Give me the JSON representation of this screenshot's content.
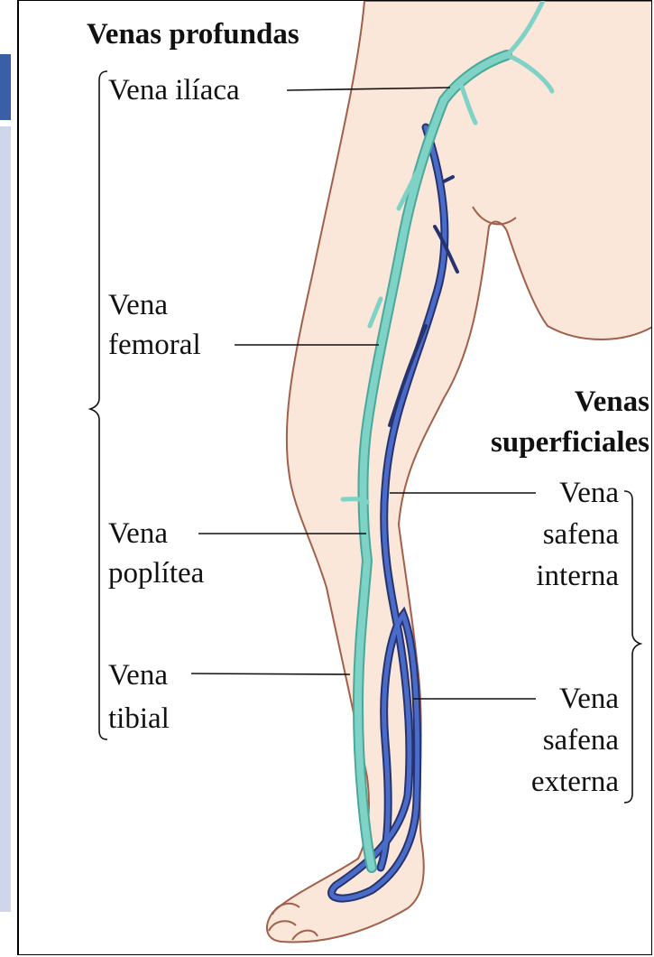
{
  "colors": {
    "skin": "#fbe6da",
    "skin_outline": "#a0604a",
    "deep_vein": "#7fd3c6",
    "deep_vein_outline": "#4aa89b",
    "superficial_vein": "#4a6cc8",
    "superficial_vein_outline": "#27336e",
    "sidebar_tab": "#3a5fa6",
    "sidebar_panel": "#cfd6ec"
  },
  "deep": {
    "title": "Venas profundas",
    "iliaca": "Vena ilíaca",
    "femoral_1": "Vena",
    "femoral_2": "femoral",
    "poplitea_1": "Vena",
    "poplitea_2": "poplítea",
    "tibial_1": "Vena",
    "tibial_2": "tibial"
  },
  "superficial": {
    "title_1": "Venas",
    "title_2": "superficiales",
    "interna_1": "Vena",
    "interna_2": "safena",
    "interna_3": "interna",
    "externa_1": "Vena",
    "externa_2": "safena",
    "externa_3": "externa"
  }
}
